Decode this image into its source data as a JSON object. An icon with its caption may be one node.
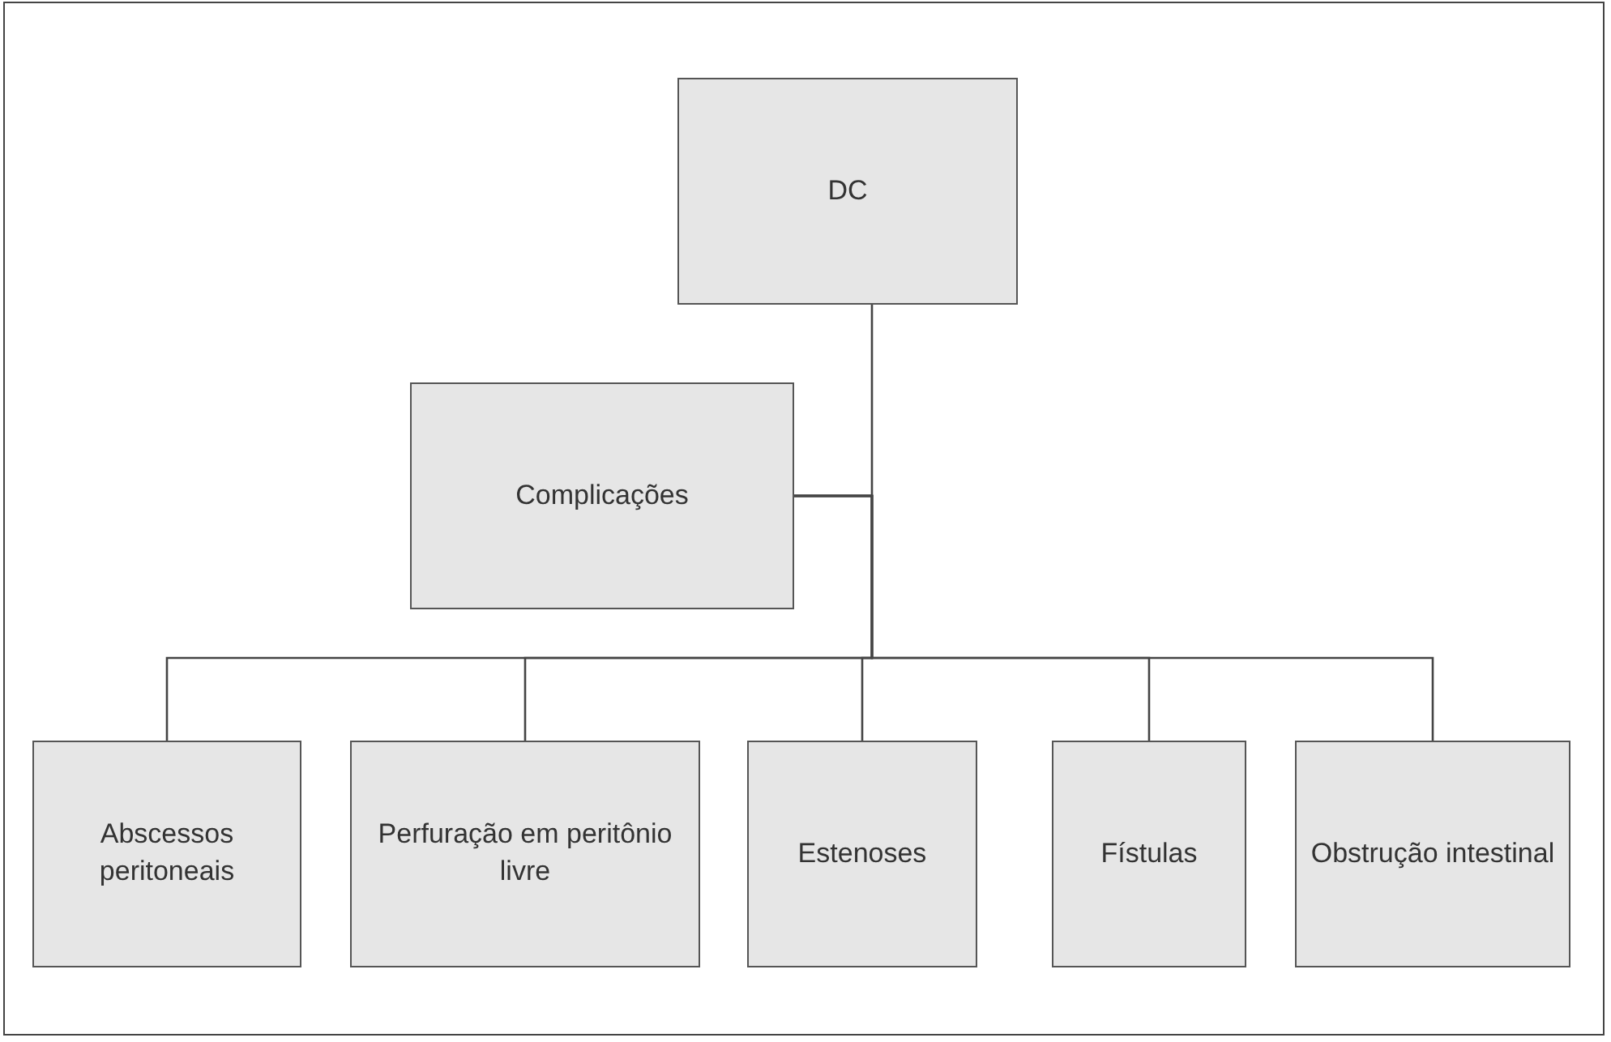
{
  "diagram": {
    "nodes": [
      {
        "text": [
          "DC"
        ]
      },
      {
        "text": [
          "Complicações"
        ]
      },
      {
        "text": [
          "Abscessos peritoneais"
        ]
      },
      {
        "text": [
          "Perfuração em peritônio livre"
        ]
      },
      {
        "text": [
          "Estenoses"
        ]
      },
      {
        "text": [
          "Fístulas"
        ]
      },
      {
        "text": [
          "Obstrução intestinal"
        ]
      }
    ],
    "edges": [
      {
        "from": 0,
        "to": 1,
        "arrow": "none"
      },
      {
        "from": 1,
        "to": 2,
        "arrow": "none"
      },
      {
        "from": 1,
        "to": 3,
        "arrow": "none"
      },
      {
        "from": 1,
        "to": 4,
        "arrow": "none"
      },
      {
        "from": 1,
        "to": 5,
        "arrow": "none"
      },
      {
        "from": 1,
        "to": 6,
        "arrow": "none"
      }
    ]
  }
}
